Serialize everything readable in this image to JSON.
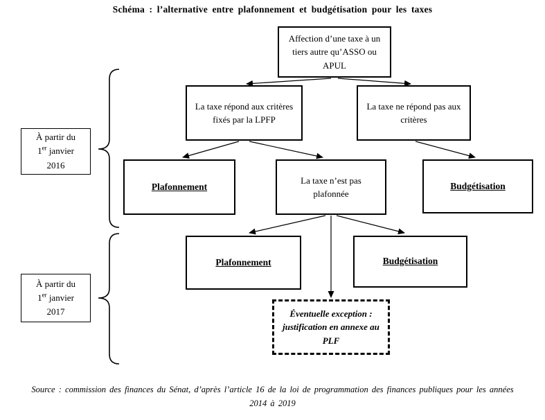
{
  "title": "Schéma : l’alternative entre plafonnement et budgétisation pour les taxes",
  "nodes": {
    "root": "Affection d’une taxe à un tiers autre qu’ASSO ou APUL",
    "criteria_yes": "La taxe répond aux critères fixés par la LPFP",
    "criteria_no": "La taxe ne répond pas aux critères",
    "plafonnement_2016": "Plafonnement",
    "not_capped": "La taxe n’est pas plafonnée",
    "budgetisation_2016": "Budgétisation",
    "plafonnement_2017": "Plafonnement",
    "budgetisation_2017": "Budgétisation",
    "exception": "Éventuelle exception : justification en annexe au PLF"
  },
  "periods": {
    "p2016": {
      "line1": "À partir du",
      "num": "1",
      "sup": "er",
      "rest": "janvier",
      "year": "2016"
    },
    "p2017": {
      "line1": "À partir du",
      "num": "1",
      "sup": "er",
      "rest": "janvier",
      "year": "2017"
    }
  },
  "source": "Source : commission des finances du Sénat, d’après l’article 16 de la loi de programmation des finances publiques pour les années 2014 à 2019",
  "colors": {
    "line": "#000000",
    "background": "#ffffff",
    "text": "#000000"
  }
}
